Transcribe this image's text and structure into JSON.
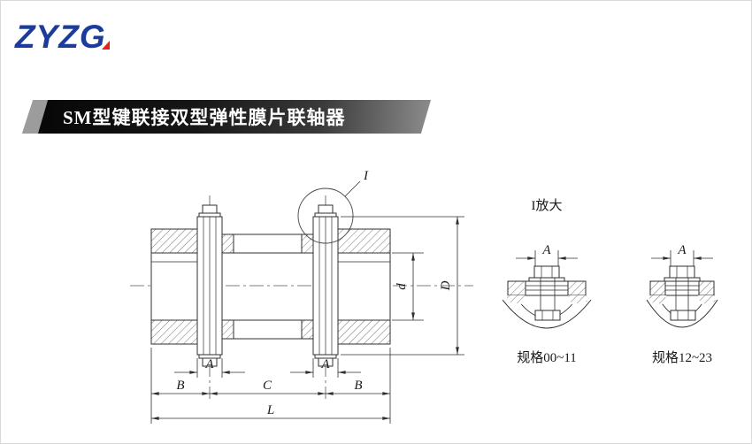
{
  "logo": {
    "text": "ZYZG"
  },
  "banner": {
    "title": "SM型键联接双型弹性膜片联轴器"
  },
  "drawing": {
    "detail_ref": "I",
    "dim_d": "d",
    "dim_D": "D",
    "dim_A": "A",
    "dim_B": "B",
    "dim_C": "C",
    "dim_L": "L",
    "detail": {
      "title": "I放大",
      "dim_A": "A",
      "caption_small": "规格00~11",
      "caption_large": "规格12~23"
    }
  },
  "colors": {
    "logo_blue": "#1c3c9c",
    "logo_red": "#e1251b",
    "banner_dark": "#0a0a0a",
    "banner_light": "#8d8d8d",
    "line": "#2f2f2f"
  }
}
